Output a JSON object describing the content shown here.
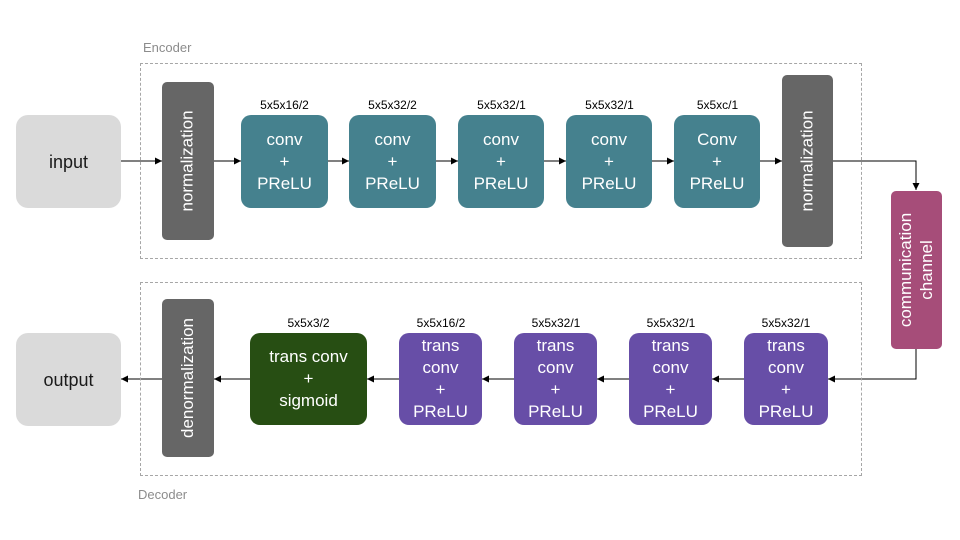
{
  "encoder": {
    "label": "Encoder",
    "input_label": "input",
    "normalization_in": "normalization",
    "blocks": [
      {
        "param": "5x5x16/2",
        "text": "conv\n+\nPReLU"
      },
      {
        "param": "5x5x32/2",
        "text": "conv\n+\nPReLU"
      },
      {
        "param": "5x5x32/1",
        "text": "conv\n+\nPReLU"
      },
      {
        "param": "5x5x32/1",
        "text": "conv\n+\nPReLU"
      },
      {
        "param": "5x5xc/1",
        "text": "Conv\n+\nPReLU"
      }
    ],
    "normalization_out": "normalization"
  },
  "channel": {
    "label": "communication\nchannel"
  },
  "decoder": {
    "label": "Decoder",
    "output_label": "output",
    "denormalization": "denormalization",
    "final_block": {
      "param": "5x5x3/2",
      "text": "trans conv\n+\nsigmoid"
    },
    "blocks": [
      {
        "param": "5x5x16/2",
        "text": "trans\nconv\n+\nPReLU"
      },
      {
        "param": "5x5x32/1",
        "text": "trans\nconv\n+\nPReLU"
      },
      {
        "param": "5x5x32/1",
        "text": "trans\nconv\n+\nPReLU"
      },
      {
        "param": "5x5x32/1",
        "text": "trans\nconv\n+\nPReLU"
      }
    ]
  },
  "colors": {
    "encoder_block": "#45818e",
    "decoder_block": "#674ea7",
    "final_block": "#274e13",
    "channel": "#a64d79",
    "normalization": "#666666",
    "io": "#dadada"
  }
}
